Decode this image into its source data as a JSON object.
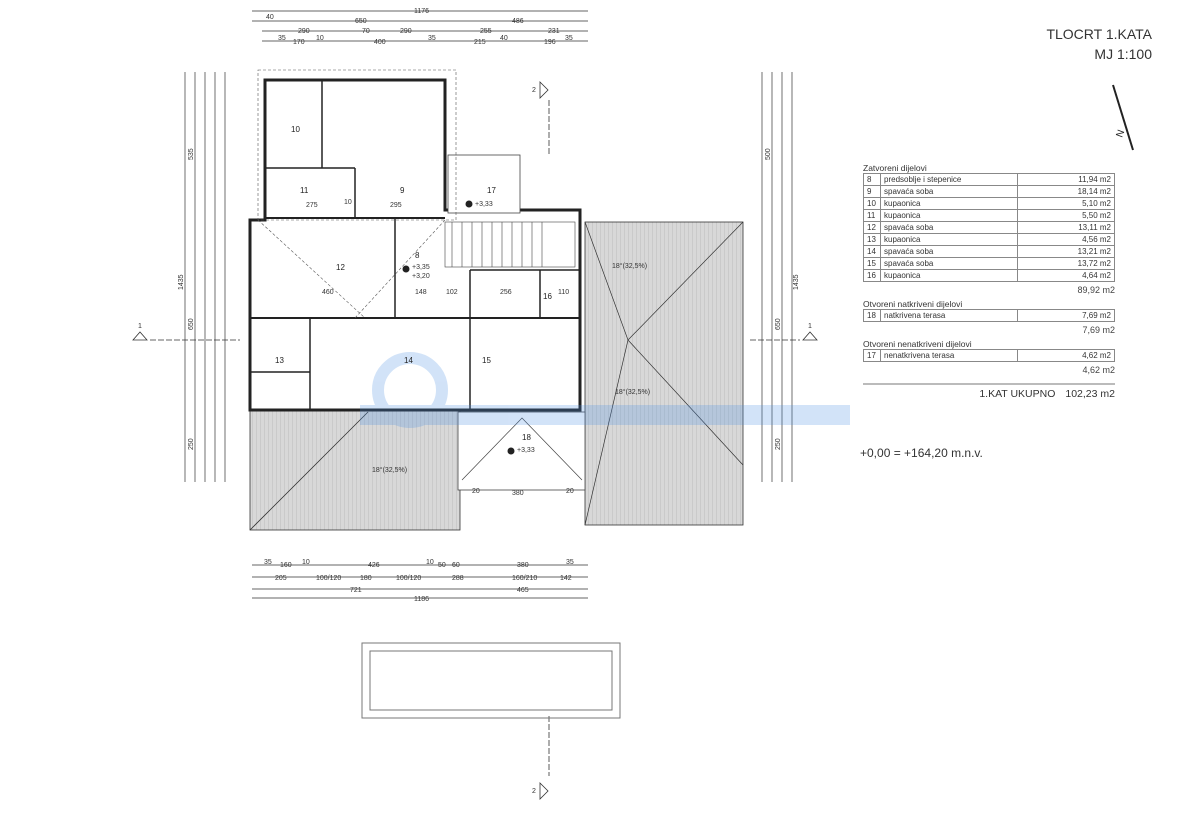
{
  "title": {
    "line1": "TLOCRT 1.KATA",
    "line2": "MJ 1:100"
  },
  "legend": {
    "closed_heading": "Zatvoreni dijelovi",
    "closed_rows": [
      {
        "no": "8",
        "name": "predsoblje i stepenice",
        "area": "11,94 m2"
      },
      {
        "no": "9",
        "name": "spavaća soba",
        "area": "18,14 m2"
      },
      {
        "no": "10",
        "name": "kupaonica",
        "area": "5,10 m2"
      },
      {
        "no": "11",
        "name": "kupaonica",
        "area": "5,50 m2"
      },
      {
        "no": "12",
        "name": "spavaća soba",
        "area": "13,11 m2"
      },
      {
        "no": "13",
        "name": "kupaonica",
        "area": "4,56 m2"
      },
      {
        "no": "14",
        "name": "spavaća soba",
        "area": "13,21 m2"
      },
      {
        "no": "15",
        "name": "spavaća soba",
        "area": "13,72 m2"
      },
      {
        "no": "16",
        "name": "kupaonica",
        "area": "4,64 m2"
      }
    ],
    "closed_sum": "89,92 m2",
    "covered_heading": "Otvoreni natkriveni dijelovi",
    "covered_rows": [
      {
        "no": "18",
        "name": "natkrivena terasa",
        "area": "7,69 m2"
      }
    ],
    "covered_sum": "7,69 m2",
    "open_heading": "Otvoreni nenatkriveni dijelovi",
    "open_rows": [
      {
        "no": "17",
        "name": "nenatkrivena terasa",
        "area": "4,62 m2"
      }
    ],
    "open_sum": "4,62 m2",
    "total_label": "1.KAT UKUPNO",
    "total_value": "102,23 m2"
  },
  "elevation_note": "+0,00 = +164,20 m.n.v.",
  "rooms": {
    "r8": "8",
    "r9": "9",
    "r10": "10",
    "r11": "11",
    "r12": "12",
    "r13": "13",
    "r14": "14",
    "r15": "15",
    "r16": "16",
    "r17": "17",
    "r18": "18"
  },
  "levels": {
    "l17": "+3,33",
    "l8a": "+3,35",
    "l8b": "+3,20",
    "l18": "+3,33"
  },
  "roof_slope": "18°(32,5%)",
  "section_marks": {
    "s1": "1",
    "s2": "2"
  },
  "dims_top": {
    "row1": [
      "1176"
    ],
    "row2": [
      "40",
      "650",
      "486"
    ],
    "row3": [
      "290",
      "70",
      "290",
      "255",
      "231"
    ],
    "row4": [
      "35",
      "170",
      "10",
      "400",
      "35",
      "215",
      "40",
      "196",
      "35"
    ]
  },
  "dims_bottom": {
    "row1": [
      "35",
      "160",
      "10",
      "426",
      "10",
      "50",
      "60",
      "380",
      "35"
    ],
    "row2": [
      "205",
      "100/120",
      "180",
      "100/120",
      "288",
      "160/210",
      "142"
    ],
    "row3": [
      "721",
      "465"
    ],
    "row4": [
      "1186"
    ]
  },
  "dims_inner": [
    "275",
    "10",
    "295",
    "460",
    "148",
    "102",
    "256",
    "110",
    "380",
    "20",
    "20"
  ],
  "dims_left": [
    "1435",
    "535",
    "650",
    "250"
  ],
  "dims_right": [
    "1435",
    "500",
    "650",
    "250"
  ],
  "colors": {
    "line": "#333333",
    "roof_fill": "#dcdcdc",
    "watermark": "#4a90e2"
  }
}
